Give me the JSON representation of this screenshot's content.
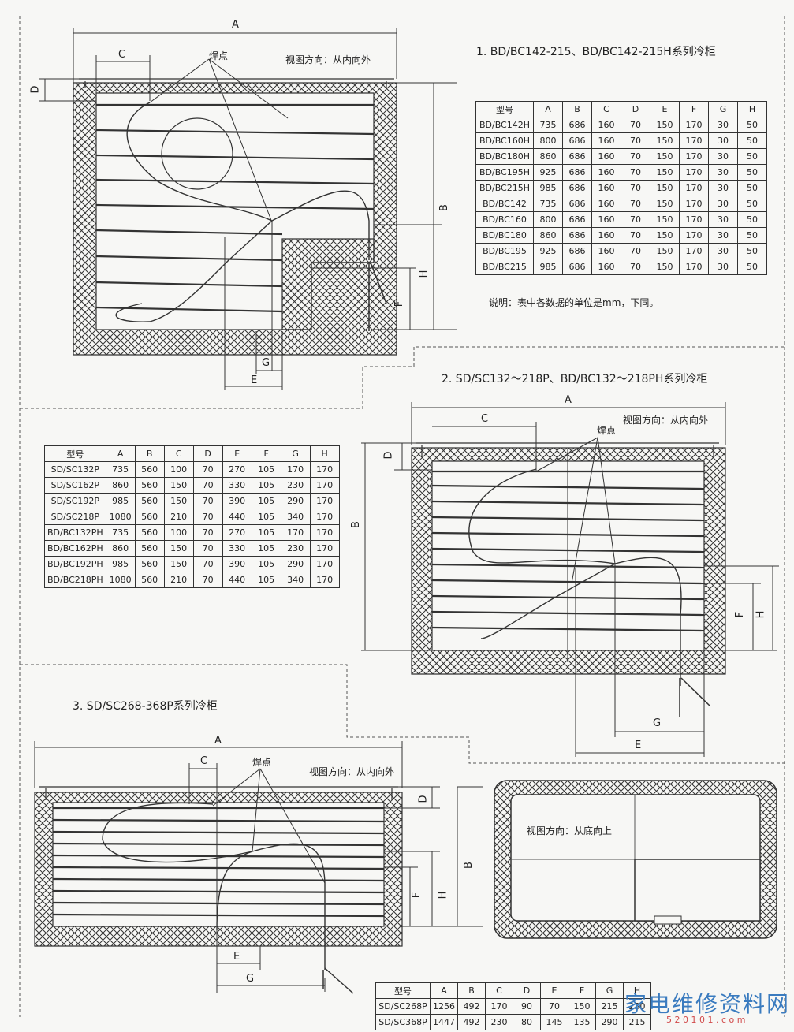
{
  "section1": {
    "title": "1. BD/BC142-215、BD/BC142-215H系列冷柜",
    "view_direction": "视图方向：从内向外",
    "weld_point": "焊点",
    "dims": {
      "A": "A",
      "B": "B",
      "C": "C",
      "D": "D",
      "E": "E",
      "F": "F",
      "G": "G",
      "H": "H"
    },
    "table": {
      "headers": [
        "型号",
        "A",
        "B",
        "C",
        "D",
        "E",
        "F",
        "G",
        "H"
      ],
      "rows": [
        [
          "BD/BC142H",
          "735",
          "686",
          "160",
          "70",
          "150",
          "170",
          "30",
          "50"
        ],
        [
          "BD/BC160H",
          "800",
          "686",
          "160",
          "70",
          "150",
          "170",
          "30",
          "50"
        ],
        [
          "BD/BC180H",
          "860",
          "686",
          "160",
          "70",
          "150",
          "170",
          "30",
          "50"
        ],
        [
          "BD/BC195H",
          "925",
          "686",
          "160",
          "70",
          "150",
          "170",
          "30",
          "50"
        ],
        [
          "BD/BC215H",
          "985",
          "686",
          "160",
          "70",
          "150",
          "170",
          "30",
          "50"
        ],
        [
          "BD/BC142",
          "735",
          "686",
          "160",
          "70",
          "150",
          "170",
          "30",
          "50"
        ],
        [
          "BD/BC160",
          "800",
          "686",
          "160",
          "70",
          "150",
          "170",
          "30",
          "50"
        ],
        [
          "BD/BC180",
          "860",
          "686",
          "160",
          "70",
          "150",
          "170",
          "30",
          "50"
        ],
        [
          "BD/BC195",
          "925",
          "686",
          "160",
          "70",
          "150",
          "170",
          "30",
          "50"
        ],
        [
          "BD/BC215",
          "985",
          "686",
          "160",
          "70",
          "150",
          "170",
          "30",
          "50"
        ]
      ]
    },
    "note": "说明：表中各数据的单位是mm，下同。"
  },
  "section2": {
    "title": "2. SD/SC132～218P、BD/BC132～218PH系列冷柜",
    "view_direction": "视图方向：从内向外",
    "weld_point": "焊点",
    "dims": {
      "A": "A",
      "B": "B",
      "C": "C",
      "D": "D",
      "E": "E",
      "F": "F",
      "G": "G",
      "H": "H"
    },
    "table": {
      "headers": [
        "型号",
        "A",
        "B",
        "C",
        "D",
        "E",
        "F",
        "G",
        "H"
      ],
      "rows": [
        [
          "SD/SC132P",
          "735",
          "560",
          "100",
          "70",
          "270",
          "105",
          "170",
          "170"
        ],
        [
          "SD/SC162P",
          "860",
          "560",
          "150",
          "70",
          "330",
          "105",
          "230",
          "170"
        ],
        [
          "SD/SC192P",
          "985",
          "560",
          "150",
          "70",
          "390",
          "105",
          "290",
          "170"
        ],
        [
          "SD/SC218P",
          "1080",
          "560",
          "210",
          "70",
          "440",
          "105",
          "340",
          "170"
        ],
        [
          "BD/BC132PH",
          "735",
          "560",
          "100",
          "70",
          "270",
          "105",
          "170",
          "170"
        ],
        [
          "BD/BC162PH",
          "860",
          "560",
          "150",
          "70",
          "330",
          "105",
          "230",
          "170"
        ],
        [
          "BD/BC192PH",
          "985",
          "560",
          "150",
          "70",
          "390",
          "105",
          "290",
          "170"
        ],
        [
          "BD/BC218PH",
          "1080",
          "560",
          "210",
          "70",
          "440",
          "105",
          "340",
          "170"
        ]
      ]
    }
  },
  "section3": {
    "title": "3. SD/SC268-368P系列冷柜",
    "view_direction": "视图方向：从内向外",
    "bottom_view": "视图方向：从底向上",
    "weld_point": "焊点",
    "dims": {
      "A": "A",
      "B": "B",
      "C": "C",
      "D": "D",
      "E": "E",
      "F": "F",
      "G": "G",
      "H": "H"
    },
    "table": {
      "headers": [
        "型号",
        "A",
        "B",
        "C",
        "D",
        "E",
        "F",
        "G",
        "H"
      ],
      "rows": [
        [
          "SD/SC268P",
          "1256",
          "492",
          "170",
          "90",
          "70",
          "150",
          "215",
          "230"
        ],
        [
          "SD/SC368P",
          "1447",
          "492",
          "230",
          "80",
          "145",
          "135",
          "290",
          "215"
        ]
      ]
    }
  },
  "logo": {
    "text": "家电维修资料网",
    "url": "5 2 0 1 0 1 . c o m"
  },
  "colors": {
    "line": "#333333",
    "paper": "#f7f7f5",
    "watermark": "#b0b0b0",
    "logo": "#3a7bbf"
  }
}
